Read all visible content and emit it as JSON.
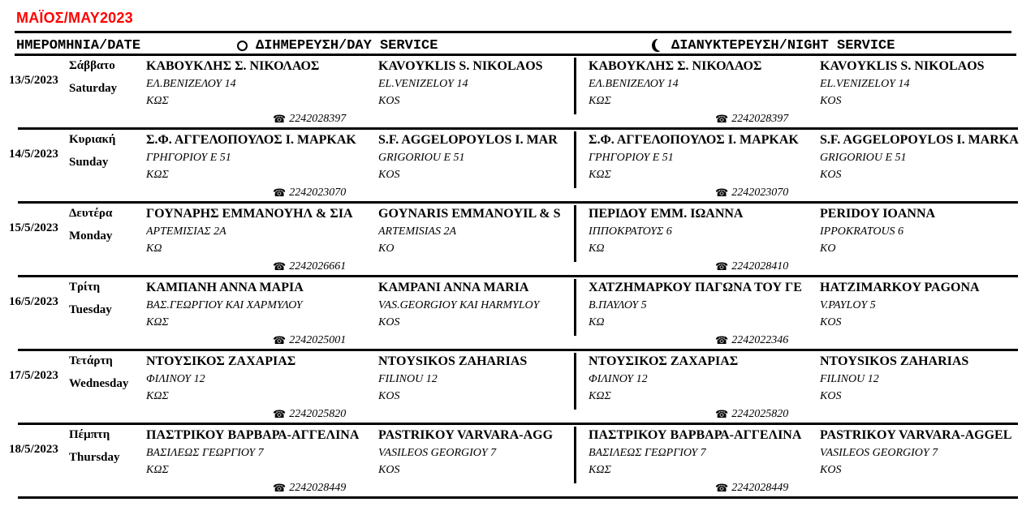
{
  "title": "ΜΑΪΟΣ/MAY2023",
  "header": {
    "date_col": "ΗΜΕΡΟΜΗΝΙΑ/DATE",
    "day_service": "ΔΙΗΜΕΡΕΥΣΗ/DAY SERVICE",
    "night_service": "ΔΙΑΝΥΚΤΕΡΕΥΣΗ/NIGHT SERVICE",
    "day_icon": "sun-icon",
    "night_icon": "moon-icon"
  },
  "rows": [
    {
      "date": "13/5/2023",
      "day_gr": "Σάββατο",
      "day_en": "Saturday",
      "day": {
        "name_gr": "ΚΑΒΟΥΚΛΗΣ Σ. ΝΙΚΟΛΑΟΣ",
        "addr_gr": "ΕΛ.ΒΕΝΙΖΕΛΟΥ 14",
        "city_gr": "ΚΩΣ",
        "name_en": "KAVOYKLIS S. NIKOLAOS",
        "addr_en": "EL.VENIZELOY 14",
        "city_en": "KOS",
        "phone": "2242028397"
      },
      "night": {
        "name_gr": "ΚΑΒΟΥΚΛΗΣ Σ. ΝΙΚΟΛΑΟΣ",
        "addr_gr": "ΕΛ.ΒΕΝΙΖΕΛΟΥ 14",
        "city_gr": "ΚΩΣ",
        "name_en": "KAVOYKLIS S. NIKOLAOS",
        "addr_en": "EL.VENIZELOY 14",
        "city_en": "KOS",
        "phone": "2242028397"
      }
    },
    {
      "date": "14/5/2023",
      "day_gr": "Κυριακή",
      "day_en": "Sunday",
      "day": {
        "name_gr": "Σ.Φ. ΑΓΓΕΛΟΠΟΥΛΟΣ Ι. ΜΑΡΚΑΚ",
        "addr_gr": "ΓΡΗΓΟΡΙΟΥ Ε 51",
        "city_gr": "ΚΩΣ",
        "name_en": "S.F. AGGELOPOYLOS I. MAR",
        "addr_en": "GRIGORIOU E 51",
        "city_en": "KOS",
        "phone": "2242023070"
      },
      "night": {
        "name_gr": "Σ.Φ. ΑΓΓΕΛΟΠΟΥΛΟΣ Ι. ΜΑΡΚΑΚ",
        "addr_gr": "ΓΡΗΓΟΡΙΟΥ Ε 51",
        "city_gr": "ΚΩΣ",
        "name_en": "S.F. AGGELOPOYLOS I. MARKA",
        "addr_en": "GRIGORIOU E 51",
        "city_en": "KOS",
        "phone": "2242023070"
      }
    },
    {
      "date": "15/5/2023",
      "day_gr": "Δευτέρα",
      "day_en": "Monday",
      "day": {
        "name_gr": "ΓΟΥΝΑΡΗΣ ΕΜΜΑΝΟΥΗΛ & ΣΙΑ",
        "addr_gr": "ΑΡΤΕΜΙΣΙΑΣ 2Α",
        "city_gr": "ΚΩ",
        "name_en": "GOYNARIS EMMANOYIL & S",
        "addr_en": "ARTEMISIAS 2A",
        "city_en": "KO",
        "phone": "2242026661"
      },
      "night": {
        "name_gr": "ΠΕΡΙΔΟΥ ΕΜΜ. ΙΩΑΝΝΑ",
        "addr_gr": "ΙΠΠΟΚΡΑΤΟΥΣ 6",
        "city_gr": "ΚΩ",
        "name_en": "PERIDOY IOANNA",
        "addr_en": "IPPOKRATOUS 6",
        "city_en": "KO",
        "phone": "2242028410"
      }
    },
    {
      "date": "16/5/2023",
      "day_gr": "Τρίτη",
      "day_en": "Tuesday",
      "day": {
        "name_gr": "ΚΑΜΠΑΝΗ ΑΝΝΑ ΜΑΡΙΑ",
        "addr_gr": "ΒΑΣ.ΓΕΩΡΓΙΟΥ ΚΑΙ ΧΑΡΜΥΛΟΥ",
        "city_gr": "ΚΩΣ",
        "name_en": "KAMPANI ANNA MARIA",
        "addr_en": "VAS.GEORGIOY KAI HARMYLOY",
        "city_en": "KOS",
        "phone": "2242025001"
      },
      "night": {
        "name_gr": "ΧΑΤΖΗΜΑΡΚΟΥ ΠΑΓΩΝΑ ΤΟΥ ΓΕ",
        "addr_gr": "Β.ΠΑΥΛΟΥ 5",
        "city_gr": "ΚΩ",
        "name_en": "HATZIMARKOY PAGONA",
        "addr_en": "V.PAYLOY 5",
        "city_en": "KOS",
        "phone": "2242022346"
      }
    },
    {
      "date": "17/5/2023",
      "day_gr": "Τετάρτη",
      "day_en": "Wednesday",
      "day": {
        "name_gr": "ΝΤΟΥΣΙΚΟΣ ΖΑΧΑΡΙΑΣ",
        "addr_gr": "ΦΙΛΙΝΟΥ 12",
        "city_gr": "ΚΩΣ",
        "name_en": "NTOYSIKOS ZAHARIAS",
        "addr_en": "FILINOU 12",
        "city_en": "KOS",
        "phone": "2242025820"
      },
      "night": {
        "name_gr": "ΝΤΟΥΣΙΚΟΣ ΖΑΧΑΡΙΑΣ",
        "addr_gr": "ΦΙΛΙΝΟΥ 12",
        "city_gr": "ΚΩΣ",
        "name_en": "NTOYSIKOS ZAHARIAS",
        "addr_en": "FILINOU 12",
        "city_en": "KOS",
        "phone": "2242025820"
      }
    },
    {
      "date": "18/5/2023",
      "day_gr": "Πέμπτη",
      "day_en": "Thursday",
      "day": {
        "name_gr": "ΠΑΣΤΡΙΚΟΥ ΒΑΡΒΑΡΑ-ΑΓΓΕΛΙΝΑ",
        "addr_gr": "ΒΑΣΙΛΕΩΣ ΓΕΩΡΓΙΟΥ 7",
        "city_gr": "ΚΩΣ",
        "name_en": "PASTRIKOY VARVARA-AGG",
        "addr_en": "VASILEOS GEORGIOY 7",
        "city_en": "KOS",
        "phone": "2242028449"
      },
      "night": {
        "name_gr": "ΠΑΣΤΡΙΚΟΥ ΒΑΡΒΑΡΑ-ΑΓΓΕΛΙΝΑ",
        "addr_gr": "ΒΑΣΙΛΕΩΣ ΓΕΩΡΓΙΟΥ 7",
        "city_gr": "ΚΩΣ",
        "name_en": "PASTRIKOY VARVARA-AGGEL",
        "addr_en": "VASILEOS GEORGIOY 7",
        "city_en": "KOS",
        "phone": "2242028449"
      }
    }
  ]
}
